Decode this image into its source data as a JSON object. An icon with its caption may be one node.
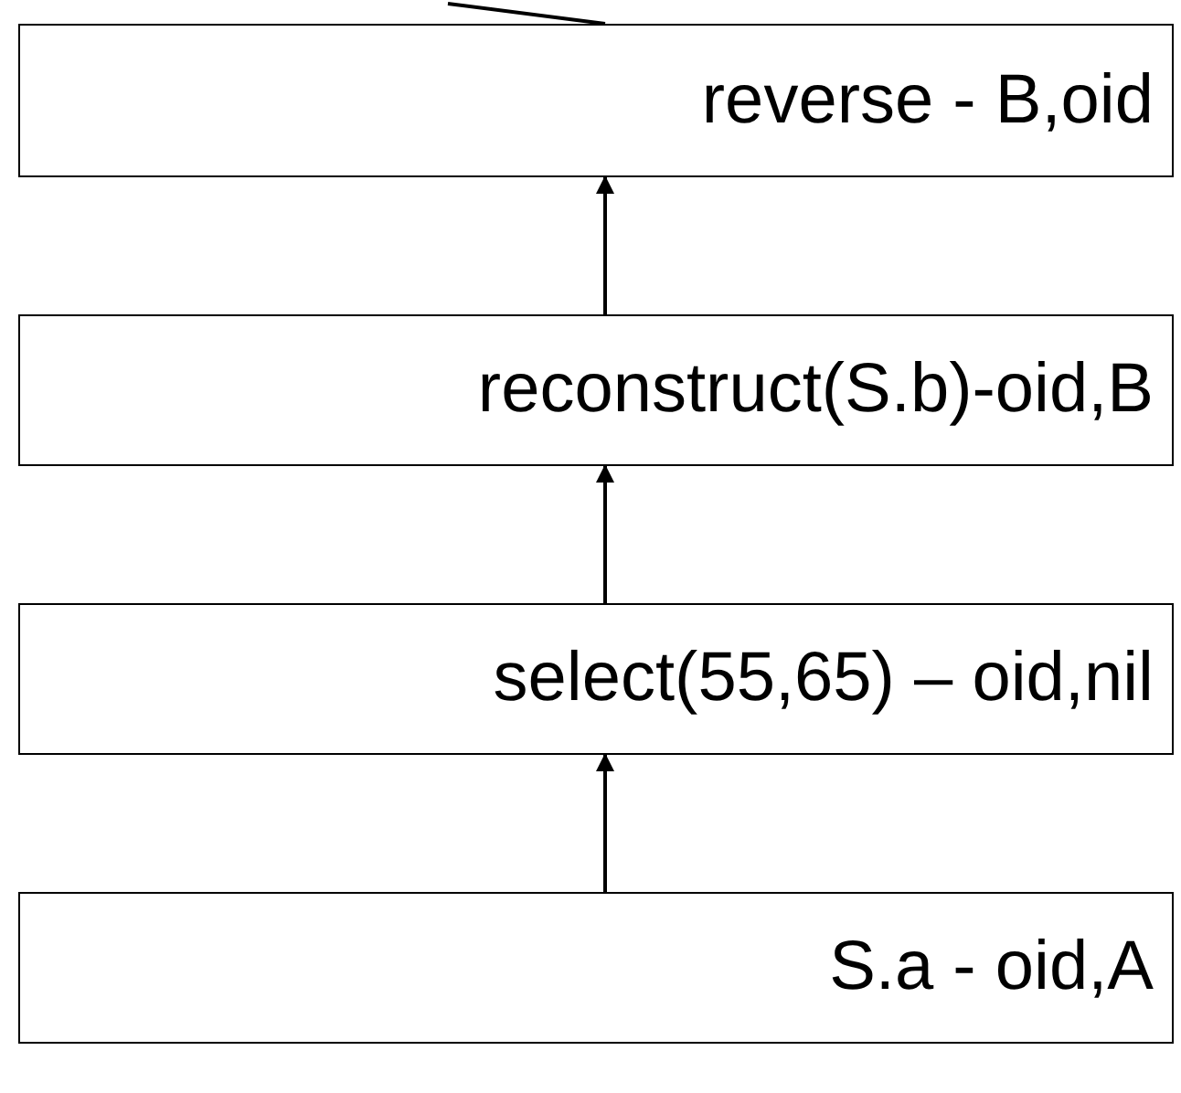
{
  "diagram": {
    "nodes": [
      {
        "text": [
          "reverse - B,oid"
        ]
      },
      {
        "text": [
          "reconstruct(S.b)-oid,B"
        ]
      },
      {
        "text": [
          "select(55,65) – oid,nil"
        ]
      },
      {
        "text": [
          "S.a - oid,A"
        ]
      }
    ],
    "edges": [
      {
        "from": 3,
        "to": 2,
        "arrow": "to"
      },
      {
        "from": 2,
        "to": 1,
        "arrow": "to"
      },
      {
        "from": 1,
        "to": 0,
        "arrow": "to"
      },
      {
        "from": 0,
        "to": null,
        "arrow": "none"
      }
    ]
  }
}
